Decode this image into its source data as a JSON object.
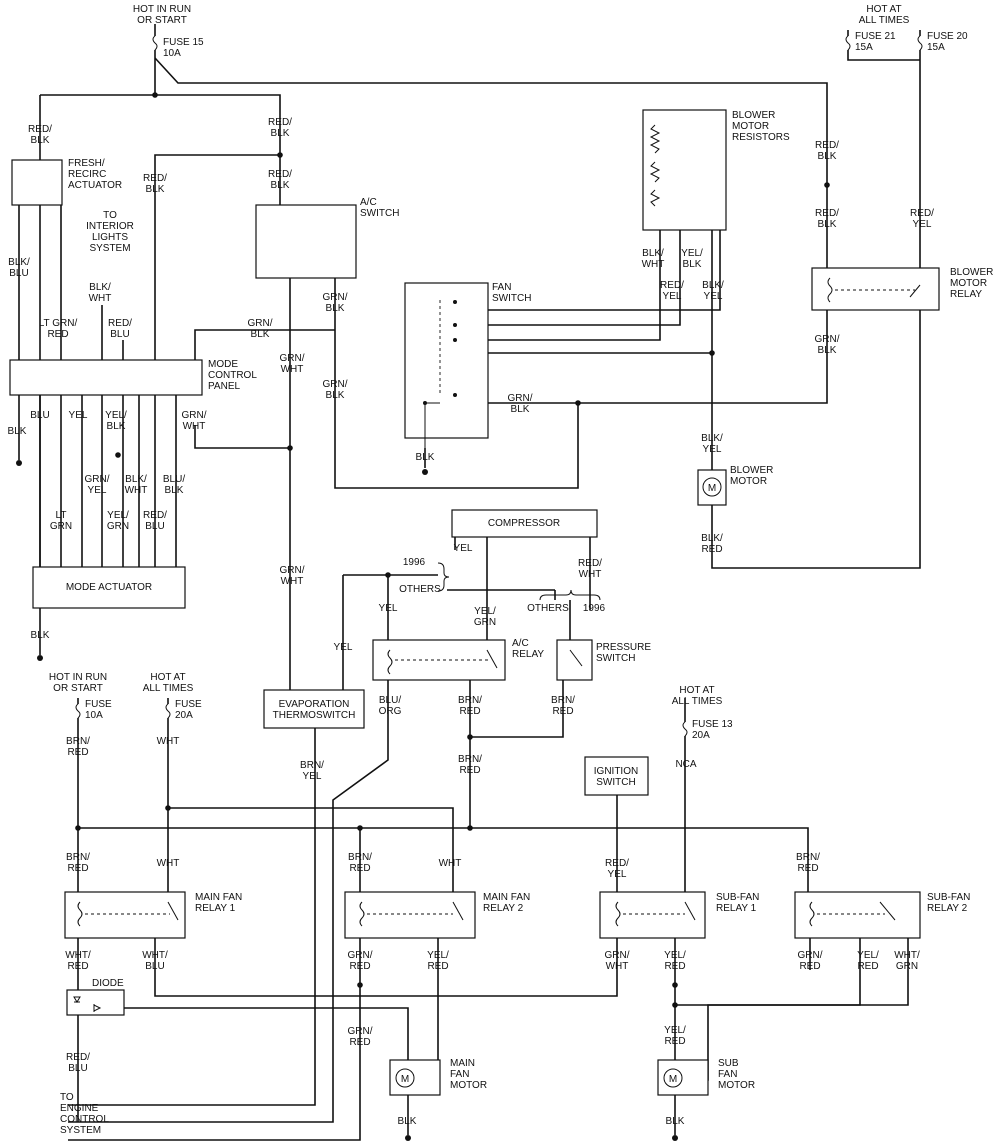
{
  "sources": {
    "hot_run_top": "HOT IN RUN\nOR START",
    "fuse15": "FUSE 15\n10A",
    "hot_all_top": "HOT AT\nALL TIMES",
    "fuse21": "FUSE 21\n15A",
    "fuse20": "FUSE 20\n15A",
    "hot_run_left": "HOT IN RUN\nOR START",
    "fuse_left_10": "FUSE\n10A",
    "hot_all_left": "HOT AT\nALL TIMES",
    "fuse_left_20": "FUSE\n20A",
    "hot_all_mid": "HOT AT\nALL TIMES",
    "fuse13": "FUSE 13\n20A"
  },
  "components": {
    "fresh_recirc": "FRESH/\nRECIRC\nACTUATOR",
    "interior_lights": "TO\nINTERIOR\nLIGHTS\nSYSTEM",
    "ac_switch": "A/C\nSWITCH",
    "blower_resistors": "BLOWER\nMOTOR\nRESISTORS",
    "fan_switch": "FAN\nSWITCH",
    "blower_relay": "BLOWER\nMOTOR\nRELAY",
    "mode_panel": "MODE\nCONTROL\nPANEL",
    "blower_motor": "BLOWER\nMOTOR",
    "mode_actuator": "MODE ACTUATOR",
    "compressor": "COMPRESSOR",
    "ac_relay": "A/C\nRELAY",
    "pressure_switch": "PRESSURE\nSWITCH",
    "evap": "EVAPORATION\nTHERMOSWITCH",
    "ignition": "IGNITION\nSWITCH",
    "main_fan1": "MAIN FAN\nRELAY 1",
    "main_fan2": "MAIN FAN\nRELAY 2",
    "subfan1": "SUB-FAN\nRELAY 1",
    "subfan2": "SUB-FAN\nRELAY 2",
    "diode": "DIODE",
    "main_fan_motor": "MAIN\nFAN\nMOTOR",
    "sub_fan_motor": "SUB\nFAN\nMOTOR",
    "engine_control": "TO\nENGINE\nCONTROL\nSYSTEM",
    "motor_symbol": "M"
  },
  "wire_labels": {
    "redblk_left": "RED/\nBLK",
    "redblk_top1": "RED/\nBLK",
    "redblk_top2": "RED/\nBLK",
    "redblk_col": "RED/\nBLK",
    "redblk_right1": "RED/\nBLK",
    "redblk_right2": "RED/\nBLK",
    "redyel_right": "RED/\nYEL",
    "blkblu": "BLK/\nBLU",
    "ltgrnred": "LT GRN/\nRED",
    "blkwht_il": "BLK/\nWHT",
    "redblu_top": "RED/\nBLU",
    "grnblk_panel": "GRN/\nBLK",
    "grnblk_ac": "GRN/\nBLK",
    "grnwht_mid": "GRN/\nWHT",
    "grnblk_mid": "GRN/\nBLK",
    "blkwht_res": "BLK/\nWHT",
    "yelblk_res": "YEL/\nBLK",
    "redyel_res": "RED/\nYEL",
    "blkyel_res": "BLK/\nYEL",
    "grnblk_relay": "GRN/\nBLK",
    "grnblk_fan": "GRN/\nBLK",
    "blk_fan": "BLK",
    "blkyel_motor": "BLK/\nYEL",
    "blkred_motor": "BLK/\nRED",
    "blk_left": "BLK",
    "blu": "BLU",
    "yel_act": "YEL",
    "yelblk_act": "YEL/\nBLK",
    "grnwht_act": "GRN/\nWHT",
    "grnyel": "GRN/\nYEL",
    "blkwht_act": "BLK/\nWHT",
    "blublk": "BLU/\nBLK",
    "ltgrn": "LT\nGRN",
    "yelgrn": "YEL/\nGRN",
    "redblu_act": "RED/\nBLU",
    "blk_act": "BLK",
    "grnwht_long": "GRN/\nWHT",
    "yel_comp": "YEL",
    "redwht_comp": "RED/\nWHT",
    "y1996a": "1996",
    "others_a": "OTHERS",
    "others_b": "OTHERS",
    "y1996b": "1996",
    "yel_relay": "YEL",
    "yelgrn_relay": "YEL/\nGRN",
    "yel_evap": "YEL",
    "bluorg": "BLU/\nORG",
    "brnred_ac": "BRN/\nRED",
    "brnred_ps": "BRN/\nRED",
    "brnred_mid": "BRN/\nRED",
    "brnyel": "BRN/\nYEL",
    "nca": "NCA",
    "brnred_l1": "BRN/\nRED",
    "wht_l1": "WHT",
    "brnred_r1": "BRN/\nRED",
    "wht_r1": "WHT",
    "brnred_m2": "BRN/\nRED",
    "wht_m2": "WHT",
    "redyel_s1": "RED/\nYEL",
    "brnred_s2": "BRN/\nRED",
    "whtred": "WHT/\nRED",
    "whtblu": "WHT/\nBLU",
    "grnred_m2": "GRN/\nRED",
    "yelred_m2": "YEL/\nRED",
    "grnwht_s1": "GRN/\nWHT",
    "yelred_s1": "YEL/\nRED",
    "grnred_s2": "GRN/\nRED",
    "yelred_s2": "YEL/\nRED",
    "whtgrn_s2": "WHT/\nGRN",
    "redblu_eng": "RED/\nBLU",
    "grnred_eng": "GRN/\nRED",
    "yelred_sub": "YEL/\nRED",
    "blk_mainmotor": "BLK",
    "blk_submotor": "BLK"
  }
}
